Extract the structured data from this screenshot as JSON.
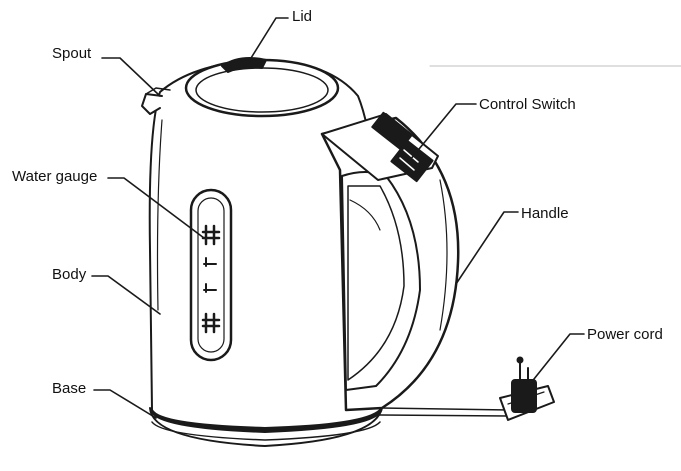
{
  "labels": {
    "lid": "Lid",
    "spout": "Spout",
    "control_switch": "Control Switch",
    "water_gauge": "Water gauge",
    "handle": "Handle",
    "body": "Body",
    "power_cord": "Power cord",
    "base": "Base"
  }
}
